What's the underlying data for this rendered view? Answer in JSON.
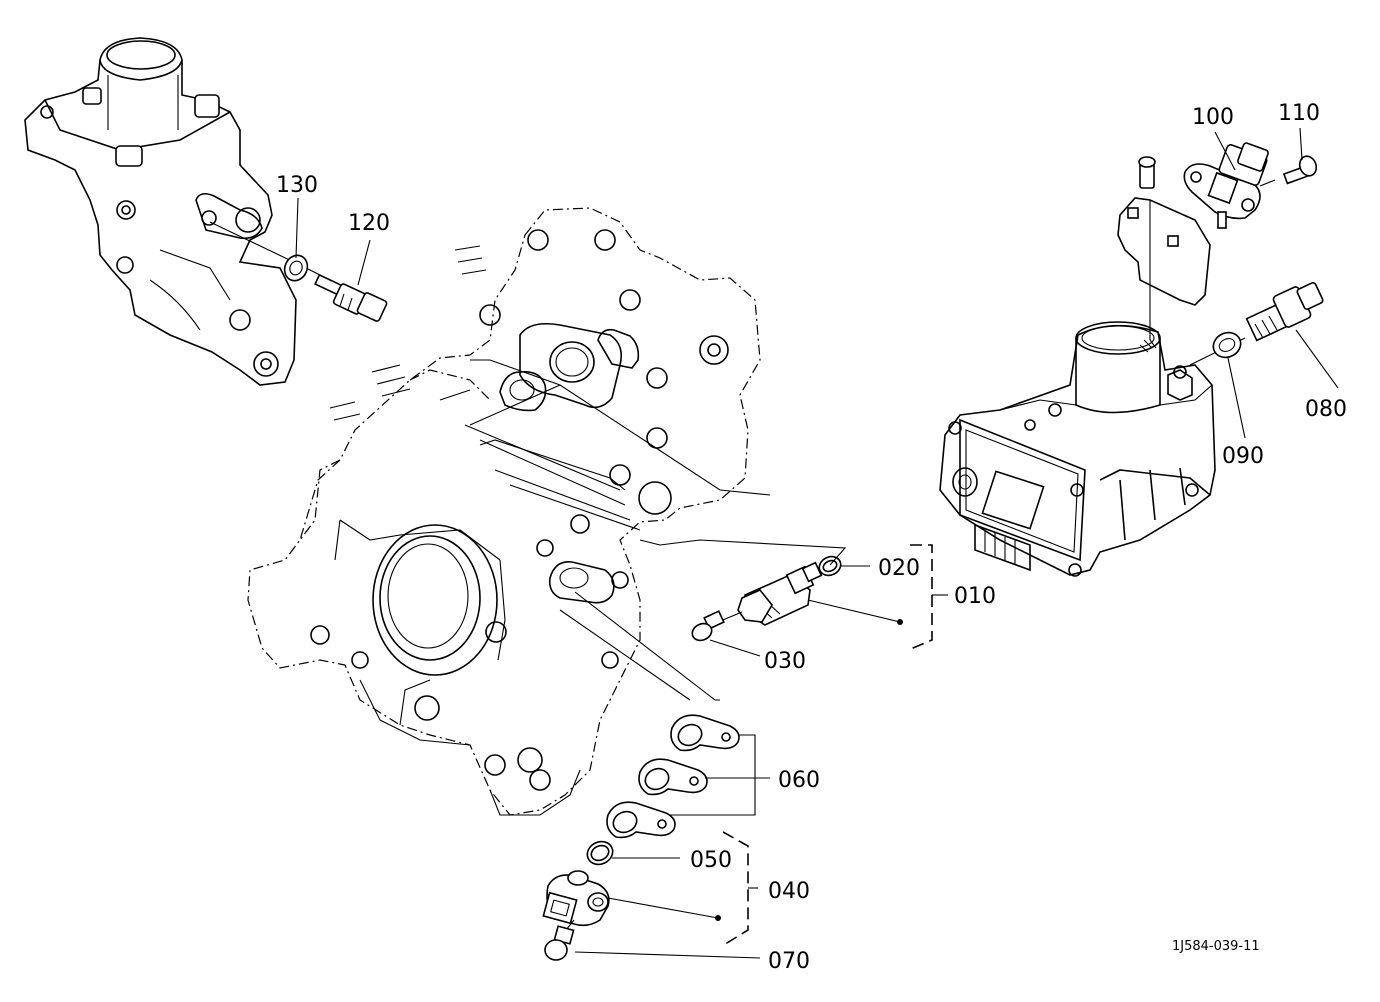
{
  "diagram": {
    "drawing_code": "1J584-039-11",
    "parts": [
      {
        "id": "p010",
        "ref": "010",
        "desc": "sensor assembly bracket group"
      },
      {
        "id": "p020",
        "ref": "020",
        "desc": "o-ring"
      },
      {
        "id": "p030",
        "ref": "030",
        "desc": "bolt"
      },
      {
        "id": "p040",
        "ref": "040",
        "desc": "sensor assembly group"
      },
      {
        "id": "p050",
        "ref": "050",
        "desc": "o-ring"
      },
      {
        "id": "p060",
        "ref": "060",
        "desc": "gasket"
      },
      {
        "id": "p070",
        "ref": "070",
        "desc": "bolt"
      },
      {
        "id": "p080",
        "ref": "080",
        "desc": "sensor"
      },
      {
        "id": "p090",
        "ref": "090",
        "desc": "gasket"
      },
      {
        "id": "p100",
        "ref": "100",
        "desc": "sensor"
      },
      {
        "id": "p110",
        "ref": "110",
        "desc": "bolt"
      },
      {
        "id": "p120",
        "ref": "120",
        "desc": "sensor"
      },
      {
        "id": "p130",
        "ref": "130",
        "desc": "gasket"
      }
    ]
  }
}
